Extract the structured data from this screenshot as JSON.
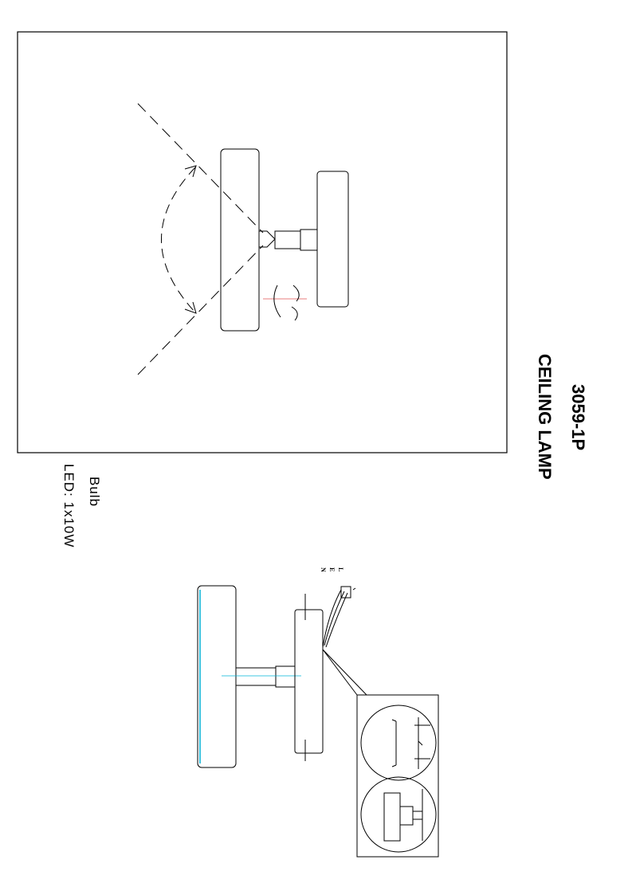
{
  "title": {
    "model": "3059-1P",
    "name": "CEILING LAMP"
  },
  "specs": {
    "bulb_label": "Bulb",
    "bulb_value": "LED: 1x10W"
  },
  "wiring": {
    "labels": [
      "L",
      "E",
      "N"
    ]
  },
  "colors": {
    "line": "#000000",
    "highlight": "#00b4d8",
    "axis": "#e05050"
  }
}
